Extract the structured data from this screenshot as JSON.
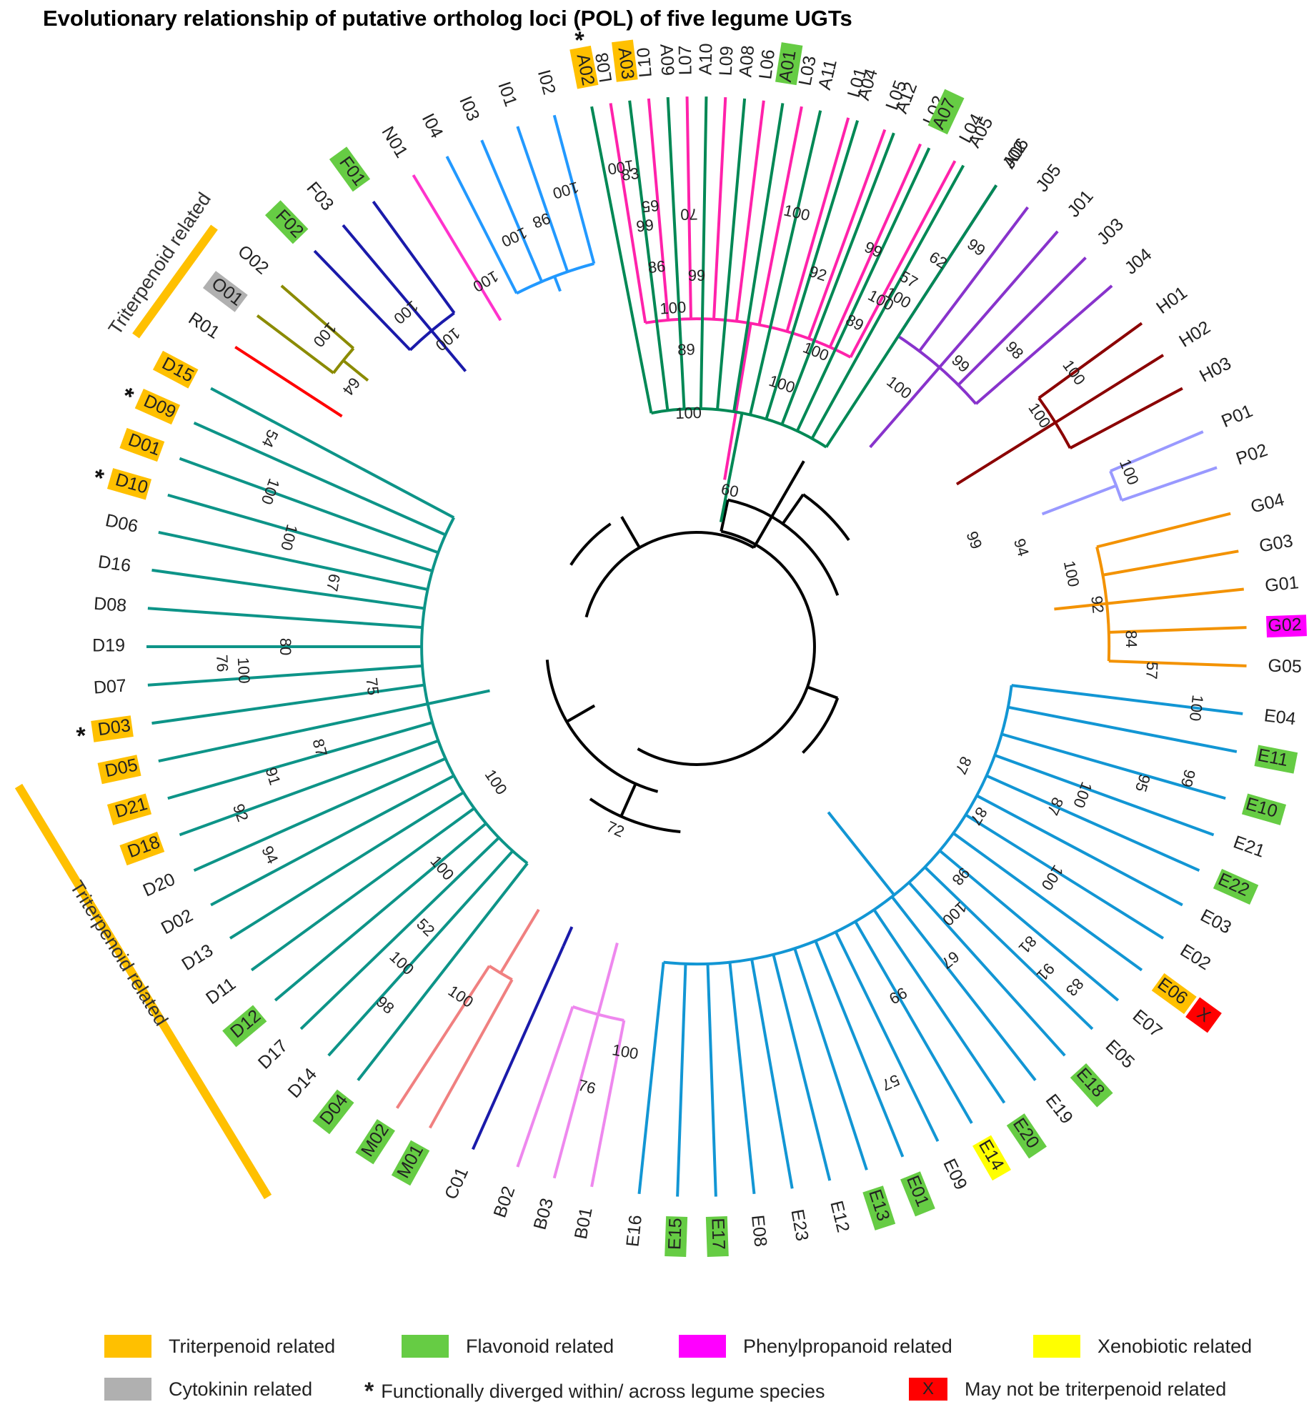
{
  "title": "Evolutionary relationship of putative ortholog loci (POL) of five legume UGTs",
  "colors": {
    "triterpenoid": "#ffc000",
    "flavonoid": "#66cc44",
    "phenylpropanoid": "#ff00ff",
    "xenobiotic": "#ffff00",
    "cytokinin": "#b0b0b0",
    "not_triterpenoid": "#ff0000",
    "clade_A": "#008855",
    "clade_D": "#0d9488",
    "clade_E": "#1296d4",
    "clade_L": "#ff22aa",
    "clade_J": "#8833cc",
    "clade_H": "#8b0000",
    "clade_P": "#9999ff",
    "clade_G": "#f39200",
    "clade_I": "#2299ff",
    "clade_N": "#ff33cc",
    "clade_F": "#1a1aaa",
    "clade_O": "#8b8b00",
    "clade_R": "#ff0000",
    "clade_M": "#f08080",
    "clade_C": "#1a1aaa",
    "clade_B": "#ee88ee",
    "backbone": "#000000"
  },
  "leaves": [
    {
      "id": "L08",
      "angle": -99,
      "c": "L"
    },
    {
      "id": "L10",
      "angle": -95,
      "c": "L"
    },
    {
      "id": "L07",
      "angle": -91,
      "c": "L"
    },
    {
      "id": "L09",
      "angle": -87,
      "c": "L"
    },
    {
      "id": "L06",
      "angle": -83,
      "c": "L"
    },
    {
      "id": "L03",
      "angle": -79,
      "c": "L"
    },
    {
      "id": "L01",
      "angle": -74,
      "c": "L"
    },
    {
      "id": "L05",
      "angle": -70,
      "c": "L"
    },
    {
      "id": "L02",
      "angle": -66,
      "c": "L"
    },
    {
      "id": "L04",
      "angle": -62,
      "c": "L"
    },
    {
      "id": "J02",
      "angle": -57,
      "c": "J"
    },
    {
      "id": "J05",
      "angle": -53,
      "c": "J"
    },
    {
      "id": "J01",
      "angle": -49,
      "c": "J"
    },
    {
      "id": "J03",
      "angle": -45,
      "c": "J"
    },
    {
      "id": "J04",
      "angle": -41,
      "c": "J"
    },
    {
      "id": "H01",
      "angle": -36,
      "c": "H"
    },
    {
      "id": "H02",
      "angle": -32,
      "c": "H"
    },
    {
      "id": "H03",
      "angle": -28,
      "c": "H"
    },
    {
      "id": "P01",
      "angle": -23,
      "c": "P"
    },
    {
      "id": "P02",
      "angle": -19,
      "c": "P"
    },
    {
      "id": "G04",
      "angle": -14,
      "c": "G"
    },
    {
      "id": "G03",
      "angle": -10,
      "c": "G"
    },
    {
      "id": "G01",
      "angle": -6,
      "c": "G"
    },
    {
      "id": "G02",
      "angle": -2,
      "c": "G",
      "h": "phenylpropanoid"
    },
    {
      "id": "G05",
      "angle": 2,
      "c": "G"
    },
    {
      "id": "E04",
      "angle": 7,
      "c": "E"
    },
    {
      "id": "E11",
      "angle": 11,
      "c": "E",
      "h": "flavonoid"
    },
    {
      "id": "E10",
      "angle": 16,
      "c": "E",
      "h": "flavonoid"
    },
    {
      "id": "E21",
      "angle": 20,
      "c": "E"
    },
    {
      "id": "E22",
      "angle": 24,
      "c": "E",
      "h": "flavonoid"
    },
    {
      "id": "E03",
      "angle": 28,
      "c": "E"
    },
    {
      "id": "E02",
      "angle": 32,
      "c": "E"
    },
    {
      "id": "E06",
      "angle": 36,
      "c": "E",
      "h": "triterpenoid"
    },
    {
      "id": "E07",
      "angle": 40,
      "c": "E"
    },
    {
      "id": "E05",
      "angle": 44,
      "c": "E"
    },
    {
      "id": "E18",
      "angle": 48,
      "c": "E",
      "h": "flavonoid"
    },
    {
      "id": "E19",
      "angle": 52,
      "c": "E"
    },
    {
      "id": "E20",
      "angle": 56,
      "c": "E",
      "h": "flavonoid"
    },
    {
      "id": "E14",
      "angle": 60,
      "c": "E",
      "h": "xenobiotic"
    },
    {
      "id": "E09",
      "angle": 64,
      "c": "E"
    },
    {
      "id": "E01",
      "angle": 68,
      "c": "E",
      "h": "flavonoid"
    },
    {
      "id": "E13",
      "angle": 72,
      "c": "E",
      "h": "flavonoid"
    },
    {
      "id": "E12",
      "angle": 76,
      "c": "E"
    },
    {
      "id": "E23",
      "angle": 80,
      "c": "E"
    },
    {
      "id": "E08",
      "angle": 84,
      "c": "E"
    },
    {
      "id": "E17",
      "angle": 88,
      "c": "E",
      "h": "flavonoid"
    },
    {
      "id": "E15",
      "angle": 92,
      "c": "E",
      "h": "flavonoid"
    },
    {
      "id": "E16",
      "angle": 96,
      "c": "E"
    },
    {
      "id": "B01",
      "angle": 101,
      "c": "B"
    },
    {
      "id": "B03",
      "angle": 105,
      "c": "B"
    },
    {
      "id": "B02",
      "angle": 109,
      "c": "B"
    },
    {
      "id": "C01",
      "angle": 114,
      "c": "C"
    },
    {
      "id": "M01",
      "angle": 119,
      "c": "M",
      "h": "flavonoid"
    },
    {
      "id": "M02",
      "angle": 123,
      "c": "M",
      "h": "flavonoid"
    },
    {
      "id": "D04",
      "angle": 128,
      "c": "D",
      "h": "flavonoid"
    },
    {
      "id": "D14",
      "angle": 132,
      "c": "D"
    },
    {
      "id": "D17",
      "angle": 136,
      "c": "D"
    },
    {
      "id": "D12",
      "angle": 140,
      "c": "D",
      "h": "flavonoid"
    },
    {
      "id": "D11",
      "angle": 144,
      "c": "D"
    },
    {
      "id": "D13",
      "angle": 148,
      "c": "D"
    },
    {
      "id": "D02",
      "angle": 152,
      "c": "D"
    },
    {
      "id": "D20",
      "angle": 156,
      "c": "D"
    },
    {
      "id": "D18",
      "angle": 160,
      "c": "D",
      "h": "triterpenoid"
    },
    {
      "id": "D21",
      "angle": 164,
      "c": "D",
      "h": "triterpenoid"
    },
    {
      "id": "D05",
      "angle": 168,
      "c": "D",
      "h": "triterpenoid"
    },
    {
      "id": "D03",
      "angle": 172,
      "c": "D",
      "h": "triterpenoid",
      "star": true
    },
    {
      "id": "D07",
      "angle": 176,
      "c": "D"
    },
    {
      "id": "D19",
      "angle": 180,
      "c": "D"
    },
    {
      "id": "D08",
      "angle": 184,
      "c": "D"
    },
    {
      "id": "D16",
      "angle": 188,
      "c": "D"
    },
    {
      "id": "D06",
      "angle": 192,
      "c": "D"
    },
    {
      "id": "D10",
      "angle": 196,
      "c": "D",
      "h": "triterpenoid",
      "star": true
    },
    {
      "id": "D01",
      "angle": 200,
      "c": "D",
      "h": "triterpenoid"
    },
    {
      "id": "D09",
      "angle": 204,
      "c": "D",
      "h": "triterpenoid",
      "star": true
    },
    {
      "id": "D15",
      "angle": 208,
      "c": "D",
      "h": "triterpenoid"
    },
    {
      "id": "R01",
      "angle": 213,
      "c": "R"
    },
    {
      "id": "O01",
      "angle": 217,
      "c": "O",
      "h": "cytokinin"
    },
    {
      "id": "O02",
      "angle": 221,
      "c": "O"
    },
    {
      "id": "F02",
      "angle": 226,
      "c": "F",
      "h": "flavonoid"
    },
    {
      "id": "F03",
      "angle": 230,
      "c": "F"
    },
    {
      "id": "F01",
      "angle": 234,
      "c": "F",
      "h": "flavonoid"
    },
    {
      "id": "N01",
      "angle": 239,
      "c": "N"
    },
    {
      "id": "I04",
      "angle": 243,
      "c": "I"
    },
    {
      "id": "I03",
      "angle": 247,
      "c": "I"
    },
    {
      "id": "I01",
      "angle": 251,
      "c": "I"
    },
    {
      "id": "I02",
      "angle": 255,
      "c": "I"
    },
    {
      "id": "A02",
      "angle": 259,
      "c": "A",
      "h": "triterpenoid",
      "star": true
    },
    {
      "id": "A03",
      "angle": 263,
      "c": "A",
      "h": "triterpenoid"
    },
    {
      "id": "A09",
      "angle": 267,
      "c": "A"
    },
    {
      "id": "A10",
      "angle": 271,
      "c": "A"
    },
    {
      "id": "A08",
      "angle": 275,
      "c": "A"
    },
    {
      "id": "A01",
      "angle": 279,
      "c": "A",
      "h": "flavonoid"
    },
    {
      "id": "A11",
      "angle": 283,
      "c": "A"
    },
    {
      "id": "A04",
      "angle": 287,
      "c": "A"
    },
    {
      "id": "A12",
      "angle": 291,
      "c": "A"
    },
    {
      "id": "A07",
      "angle": 295,
      "c": "A",
      "h": "flavonoid"
    },
    {
      "id": "A05",
      "angle": 299,
      "c": "A"
    },
    {
      "id": "A06",
      "angle": 303,
      "c": "A"
    }
  ],
  "clades": [
    {
      "c": "L",
      "from": -99,
      "to": -62,
      "hub": 0.62,
      "base": 0.32
    },
    {
      "c": "J",
      "from": -57,
      "to": -41,
      "hub": 0.7,
      "base": 0.5
    },
    {
      "c": "H",
      "from": -36,
      "to": -28,
      "hub": 0.8,
      "base": 0.58
    },
    {
      "c": "P",
      "from": -23,
      "to": -19,
      "hub": 0.85,
      "base": 0.7
    },
    {
      "c": "G",
      "from": -14,
      "to": 2,
      "hub": 0.78,
      "base": 0.68
    },
    {
      "c": "E",
      "from": 7,
      "to": 96,
      "hub": 0.6,
      "base": 0.4
    },
    {
      "c": "B",
      "from": 101,
      "to": 109,
      "hub": 0.72,
      "base": 0.58
    },
    {
      "c": "C",
      "from": 114,
      "to": 114,
      "hub": 0.62,
      "base": 0.58
    },
    {
      "c": "M",
      "from": 119,
      "to": 123,
      "hub": 0.72,
      "base": 0.58
    },
    {
      "c": "D",
      "from": 128,
      "to": 208,
      "hub": 0.52,
      "base": 0.4
    },
    {
      "c": "R",
      "from": 213,
      "to": 213,
      "hub": 0.8,
      "base": 0.8
    },
    {
      "c": "O",
      "from": 217,
      "to": 221,
      "hub": 0.86,
      "base": 0.8
    },
    {
      "c": "F",
      "from": 226,
      "to": 234,
      "hub": 0.78,
      "base": 0.68
    },
    {
      "c": "N",
      "from": 239,
      "to": 239,
      "hub": 0.72,
      "base": 0.72
    },
    {
      "c": "I",
      "from": 243,
      "to": 255,
      "hub": 0.75,
      "base": 0.72
    },
    {
      "c": "A",
      "from": 259,
      "to": 303,
      "hub": 0.45,
      "base": 0.24
    }
  ],
  "bootstrap": [
    {
      "v": "83",
      "a": -98,
      "r": 0.9
    },
    {
      "v": "99",
      "a": -97,
      "r": 0.8
    },
    {
      "v": "86",
      "a": -96,
      "r": 0.72
    },
    {
      "v": "100",
      "a": -94,
      "r": 0.64
    },
    {
      "v": "89",
      "a": -92,
      "r": 0.56
    },
    {
      "v": "100",
      "a": -92,
      "r": 0.44
    },
    {
      "v": "100",
      "a": -77,
      "r": 0.84
    },
    {
      "v": "92",
      "a": -72,
      "r": 0.74
    },
    {
      "v": "99",
      "a": -66,
      "r": 0.82
    },
    {
      "v": "100",
      "a": -60,
      "r": 0.76
    },
    {
      "v": "100",
      "a": -52,
      "r": 0.62
    },
    {
      "v": "99",
      "a": -47,
      "r": 0.73
    },
    {
      "v": "98",
      "a": -43,
      "r": 0.82
    },
    {
      "v": "100",
      "a": -36,
      "r": 0.88
    },
    {
      "v": "100",
      "a": -34,
      "r": 0.78
    },
    {
      "v": "60",
      "a": -78,
      "r": 0.3
    },
    {
      "v": "100",
      "a": -22,
      "r": 0.88
    },
    {
      "v": "99",
      "a": -21,
      "r": 0.56
    },
    {
      "v": "94",
      "a": -17,
      "r": 0.64
    },
    {
      "v": "100",
      "a": -11,
      "r": 0.72
    },
    {
      "v": "92",
      "a": -6,
      "r": 0.76
    },
    {
      "v": "84",
      "a": -1,
      "r": 0.82
    },
    {
      "v": "57",
      "a": 3,
      "r": 0.86
    },
    {
      "v": "100",
      "a": 7,
      "r": 0.95
    },
    {
      "v": "99",
      "a": 15,
      "r": 0.96
    },
    {
      "v": "95",
      "a": 17,
      "r": 0.88
    },
    {
      "v": "100",
      "a": 21,
      "r": 0.78
    },
    {
      "v": "87",
      "a": 24,
      "r": 0.74
    },
    {
      "v": "87",
      "a": 24,
      "r": 0.55
    },
    {
      "v": "87",
      "a": 31,
      "r": 0.62
    },
    {
      "v": "100",
      "a": 33,
      "r": 0.8
    },
    {
      "v": "98",
      "a": 41,
      "r": 0.66
    },
    {
      "v": "81",
      "a": 42,
      "r": 0.84
    },
    {
      "v": "91",
      "a": 43,
      "r": 0.9
    },
    {
      "v": "83",
      "a": 42,
      "r": 0.96
    },
    {
      "v": "100",
      "a": 46,
      "r": 0.7
    },
    {
      "v": "67",
      "a": 51,
      "r": 0.76
    },
    {
      "v": "99",
      "a": 60,
      "r": 0.76
    },
    {
      "v": "57",
      "a": 66,
      "r": 0.9
    },
    {
      "v": "100",
      "a": 100,
      "r": 0.78
    },
    {
      "v": "76",
      "a": 104,
      "r": 0.86
    },
    {
      "v": "72",
      "a": 114,
      "r": 0.38
    },
    {
      "v": "100",
      "a": 124,
      "r": 0.8
    },
    {
      "v": "98",
      "a": 131,
      "r": 0.9
    },
    {
      "v": "100",
      "a": 133,
      "r": 0.82
    },
    {
      "v": "52",
      "a": 134,
      "r": 0.74
    },
    {
      "v": "100",
      "a": 139,
      "r": 0.64
    },
    {
      "v": "100",
      "a": 146,
      "r": 0.46
    },
    {
      "v": "94",
      "a": 154,
      "r": 0.9
    },
    {
      "v": "92",
      "a": 160,
      "r": 0.92
    },
    {
      "v": "91",
      "a": 163,
      "r": 0.84
    },
    {
      "v": "87",
      "a": 165,
      "r": 0.74
    },
    {
      "v": "75",
      "a": 173,
      "r": 0.62
    },
    {
      "v": "100",
      "a": 177,
      "r": 0.86
    },
    {
      "v": "76",
      "a": 178,
      "r": 0.9
    },
    {
      "v": "80",
      "a": 180,
      "r": 0.78
    },
    {
      "v": "67",
      "a": 190,
      "r": 0.7
    },
    {
      "v": "100",
      "a": 195,
      "r": 0.8
    },
    {
      "v": "100",
      "a": 200,
      "r": 0.86
    },
    {
      "v": "54",
      "a": 206,
      "r": 0.9
    },
    {
      "v": "64",
      "a": 217,
      "r": 0.82
    },
    {
      "v": "100",
      "a": 220,
      "r": 0.92
    },
    {
      "v": "100",
      "a": 229,
      "r": 0.84
    },
    {
      "v": "100",
      "a": 231,
      "r": 0.75
    },
    {
      "v": "100",
      "a": 240,
      "r": 0.8
    },
    {
      "v": "100",
      "a": 246,
      "r": 0.85
    },
    {
      "v": "98",
      "a": 250,
      "r": 0.86
    },
    {
      "v": "100",
      "a": 254,
      "r": 0.9
    },
    {
      "v": "100",
      "a": 261,
      "r": 0.92
    },
    {
      "v": "65",
      "a": 264,
      "r": 0.84
    },
    {
      "v": "70",
      "a": 269,
      "r": 0.82
    },
    {
      "v": "99",
      "a": 270,
      "r": 0.7
    },
    {
      "v": "100",
      "a": 288,
      "r": 0.52
    },
    {
      "v": "100",
      "a": 292,
      "r": 0.6
    },
    {
      "v": "89",
      "a": 296,
      "r": 0.68
    },
    {
      "v": "100",
      "a": 298,
      "r": 0.74
    },
    {
      "v": "57",
      "a": 300,
      "r": 0.8
    },
    {
      "v": "62",
      "a": 302,
      "r": 0.86
    },
    {
      "v": "99",
      "a": 305,
      "r": 0.92
    }
  ],
  "bands": [
    {
      "label": "Triterpenoid related",
      "which": "top"
    },
    {
      "label": "Triterpenoid related",
      "which": "left"
    }
  ],
  "not_triterpenoid_mark": "X",
  "star_symbol": "*",
  "legend": [
    {
      "label": "Triterpenoid related",
      "color": "triterpenoid"
    },
    {
      "label": "Flavonoid related",
      "color": "flavonoid"
    },
    {
      "label": "Phenylpropanoid related",
      "color": "phenylpropanoid"
    },
    {
      "label": "Xenobiotic related",
      "color": "xenobiotic"
    },
    {
      "label": "Cytokinin related",
      "color": "cytokinin"
    },
    {
      "label": "Functionally diverged within/  across legume species",
      "symbol": "*"
    },
    {
      "label": "May  not be triterpenoid related",
      "symbol": "X",
      "color": "not_triterpenoid"
    }
  ]
}
